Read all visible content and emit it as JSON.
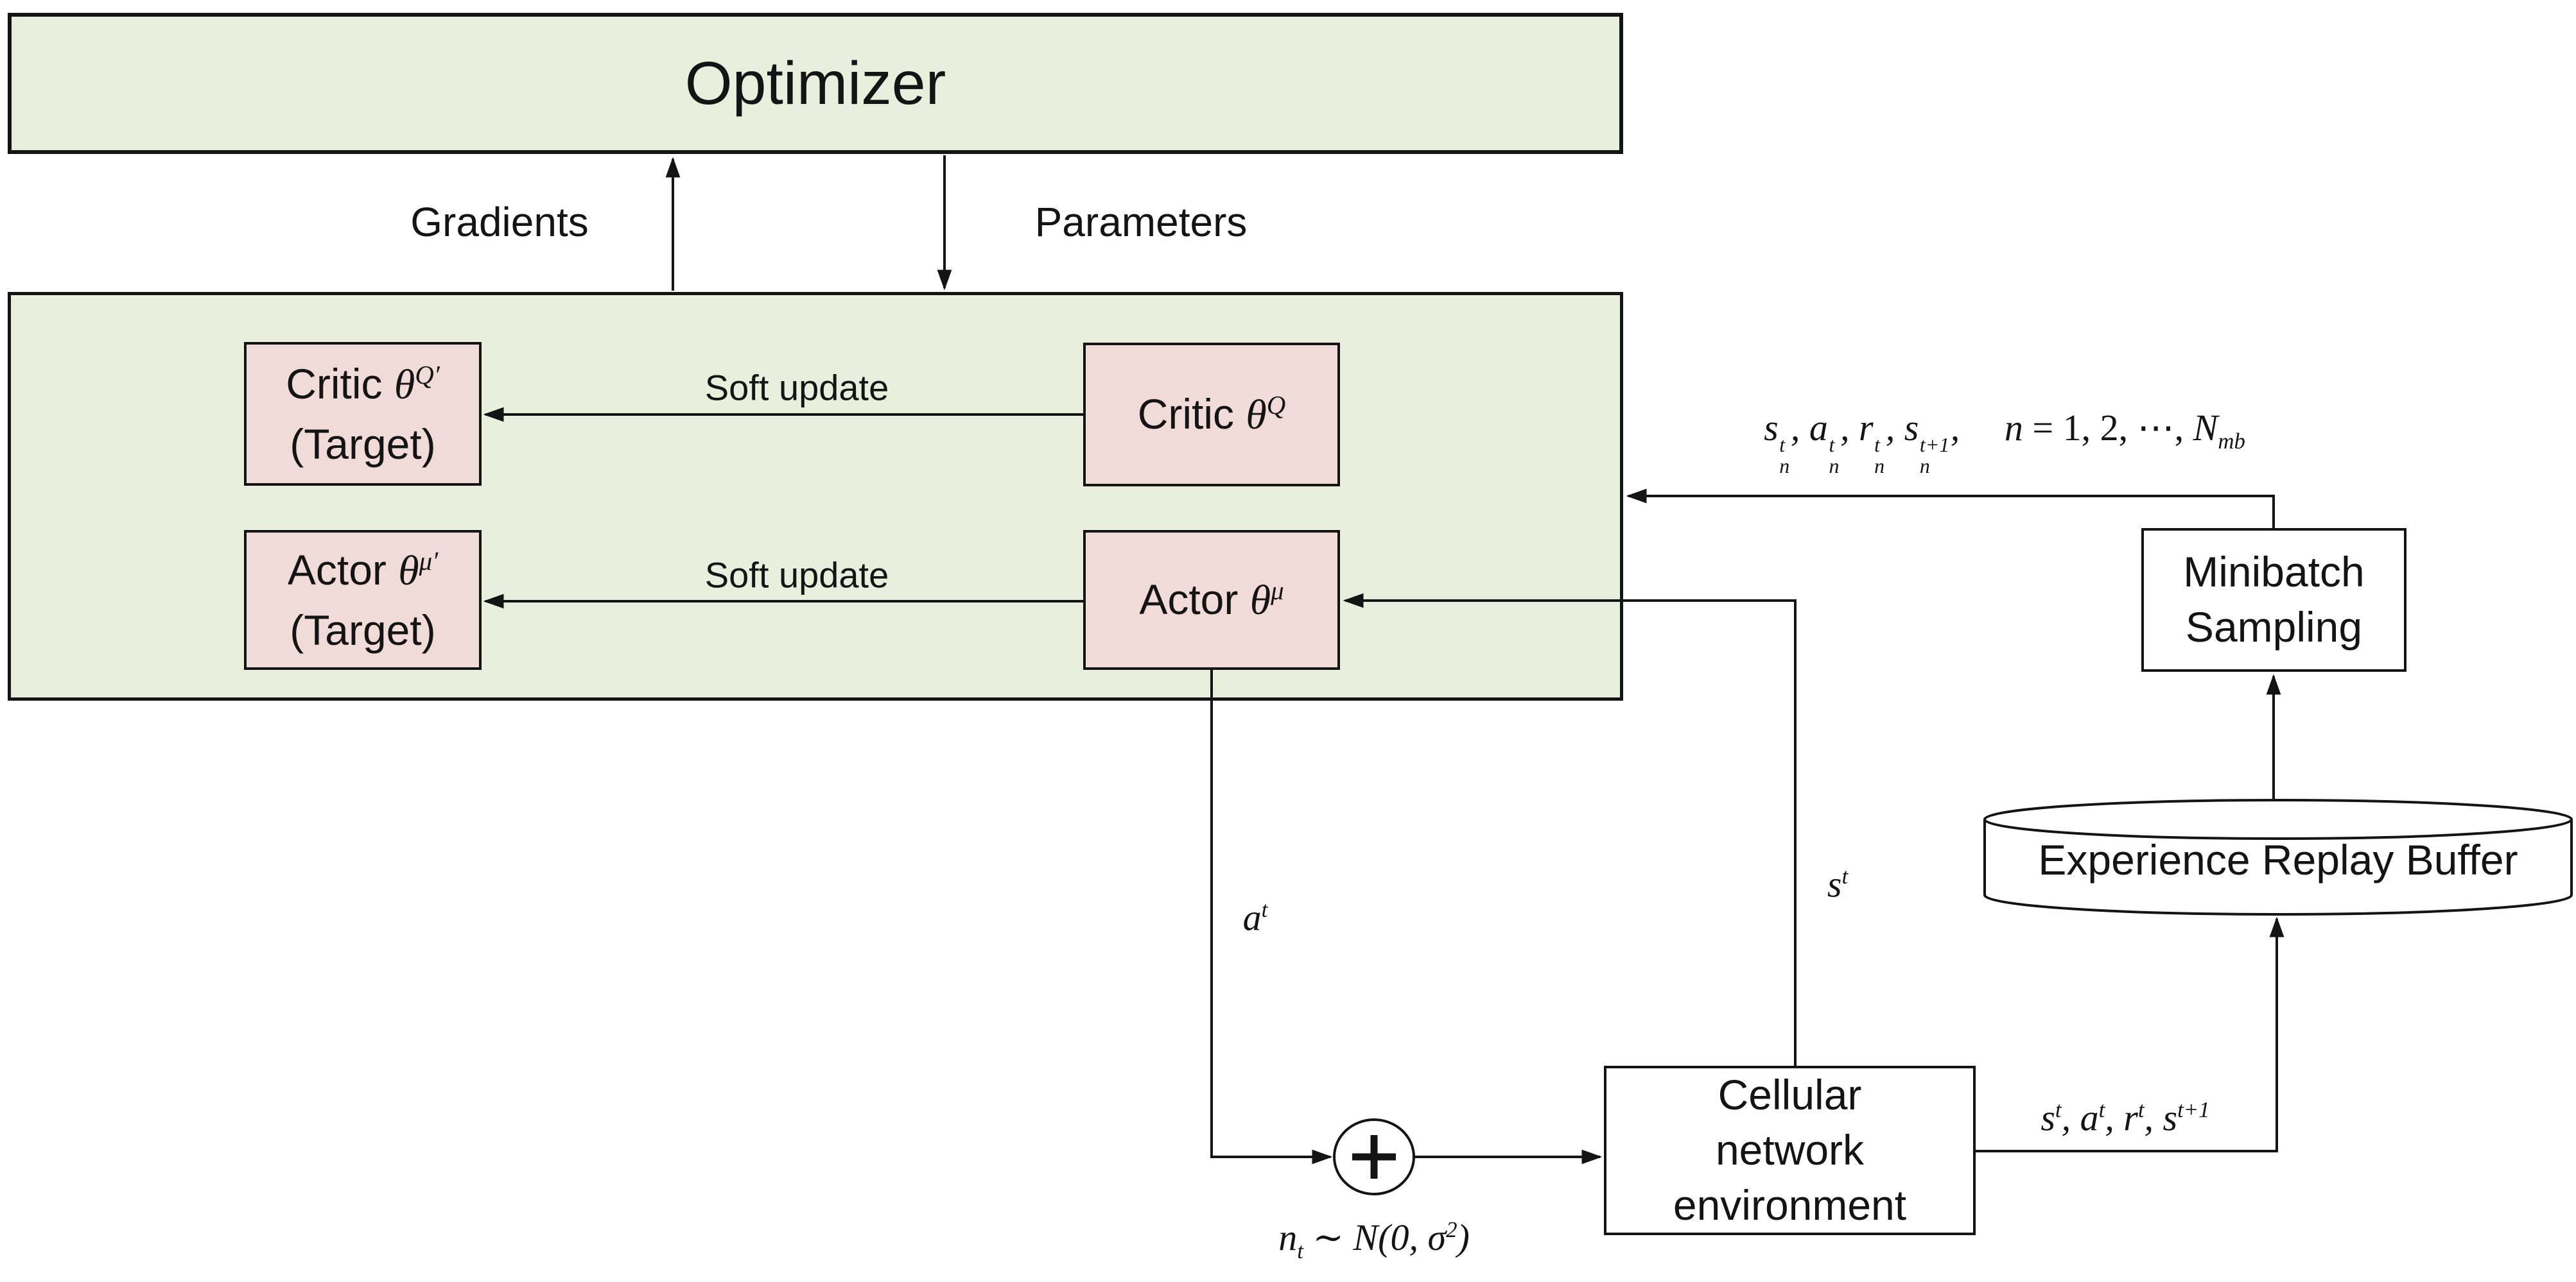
{
  "colors": {
    "panel_green": "#e9efdc",
    "box_pink": "#f0dbd8",
    "box_white": "#ffffff",
    "line": "#141414",
    "text": "#141414"
  },
  "optimizer": {
    "label": "Optimizer"
  },
  "flows": {
    "gradients_label": "Gradients",
    "parameters_label": "Parameters",
    "soft_update_label": "Soft update"
  },
  "agent": {
    "critic_target_label_html": "Critic <span class=\"gk\">θ<sup>Q′</sup></span>",
    "critic_target_sub": "(Target)",
    "critic_label_html": "Critic <span class=\"gk\">θ<sup>Q</sup></span>",
    "actor_target_label_html": "Actor <span class=\"gk\">θ<sup>μ′</sup></span>",
    "actor_target_sub": "(Target)",
    "actor_label_html": "Actor <span class=\"gk\">θ<sup>μ</sup></span>"
  },
  "minibatch": {
    "label_line1": "Minibatch",
    "label_line2": "Sampling"
  },
  "replay_buffer": {
    "label": "Experience Replay Buffer"
  },
  "environment": {
    "label_line1": "Cellular",
    "label_line2": "network",
    "label_line3": "environment"
  },
  "math": {
    "minibatch_tuple_html": "s<span class=\"stk\"><span>t</span><span>n</span></span>, a<span class=\"stk\"><span>t</span><span>n</span></span>, r<span class=\"stk\"><span>t</span><span>n</span></span>, s<span class=\"stk\"><span>t+1</span><span>n</span></span>,&emsp;&thinsp;n <span class=\"up\">= 1, 2, ⋯,</span> N<sub>mb</sub>",
    "transition_tuple_html": "s<sup>t</sup>, a<sup>t</sup>, r<sup>t</sup>, s<sup>t+1</sup>",
    "state_html": "s<sup>t</sup>",
    "action_html": "a<sup>t</sup>",
    "noise_html": "n<sub>t</sub> ∼ N(0, σ<sup>2</sup>)"
  }
}
